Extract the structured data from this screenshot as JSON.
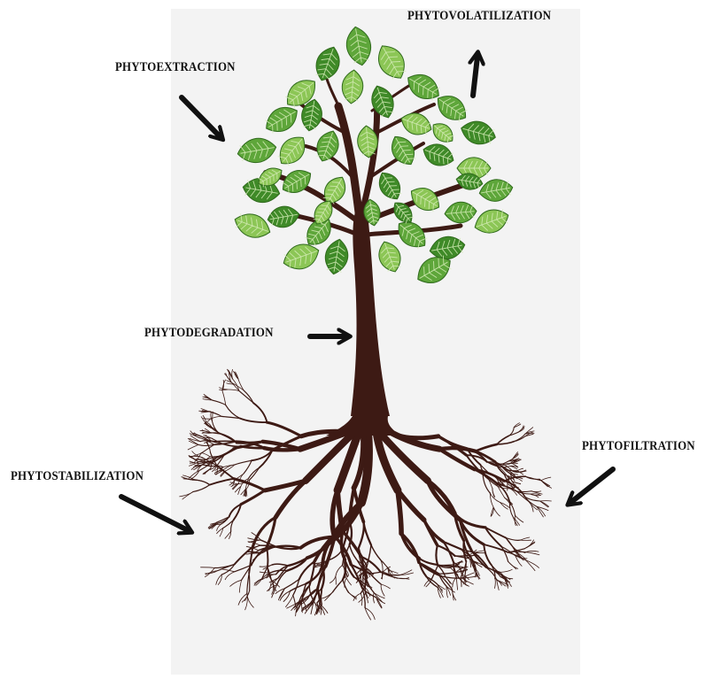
{
  "labels": {
    "phytovolatilization": "PHYTOVOLATILIZATION",
    "phytoextraction": "PHYTOEXTRACTION",
    "phytodegradation": "PHYTODEGRADATION",
    "phytofiltration": "PHYTOFILTRATION",
    "phytostabilization": "PHYTOSTABILIZATION"
  },
  "colors": {
    "panel_background": "#f3f3f3",
    "trunk": "#3d1a14",
    "leaf_dark": "#3f8a28",
    "leaf_mid": "#5ea63a",
    "leaf_light": "#8cc656",
    "arrow": "#111111",
    "text": "#111111"
  }
}
